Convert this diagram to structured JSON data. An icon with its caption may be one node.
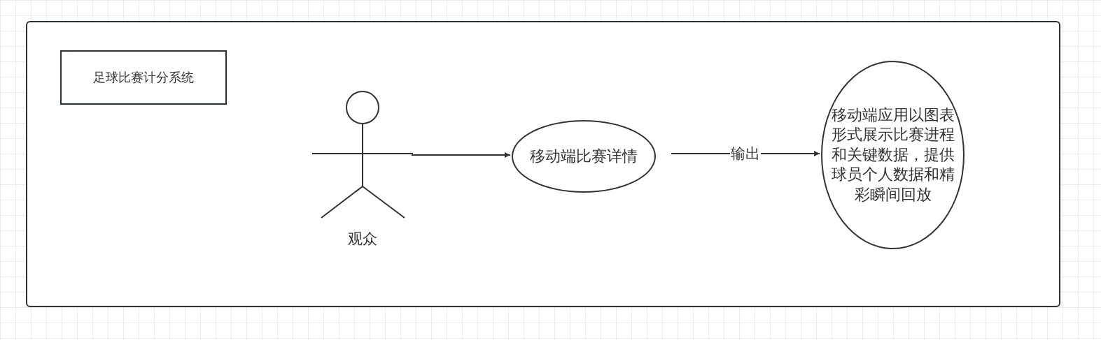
{
  "diagram": {
    "nodes": [
      {
        "text": [],
        "shape": "box"
      },
      {
        "text": [
          "足球比赛计分系统"
        ],
        "in": 0
      },
      {
        "text": [
          "观众"
        ],
        "in": 0
      },
      {
        "text": [
          "移动端比赛详情"
        ],
        "in": 0
      },
      {
        "text": [
          "移动端应用以图表形式展示比赛进程和关键数据，提供球员个人数据和精彩瞬间回放"
        ],
        "in": 0
      }
    ],
    "edges": [
      {
        "from": 2,
        "to": 3,
        "arrow": "to"
      },
      {
        "from": 3,
        "to": 4,
        "arrow": "to",
        "label": "输出"
      }
    ]
  }
}
